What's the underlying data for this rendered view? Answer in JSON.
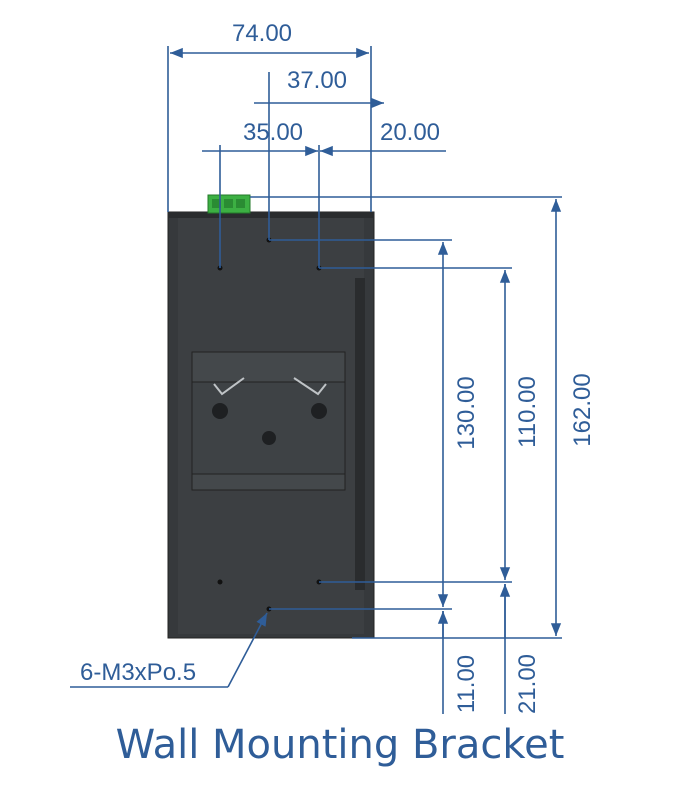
{
  "title": "Wall Mounting Bracket",
  "dimensions": {
    "width_overall": "74.00",
    "width_half": "37.00",
    "hole_left_spacing": "35.00",
    "hole_right_offset": "20.00",
    "height_130": "130.00",
    "height_110": "110.00",
    "height_162": "162.00",
    "bottom_11": "11.00",
    "bottom_21": "21.00"
  },
  "callout": "6-M3xPo.5",
  "colors": {
    "dimension": "#2f5d98",
    "body": "#3a3d40",
    "body_dark": "#2b2e31",
    "terminal": "#3cb043"
  }
}
